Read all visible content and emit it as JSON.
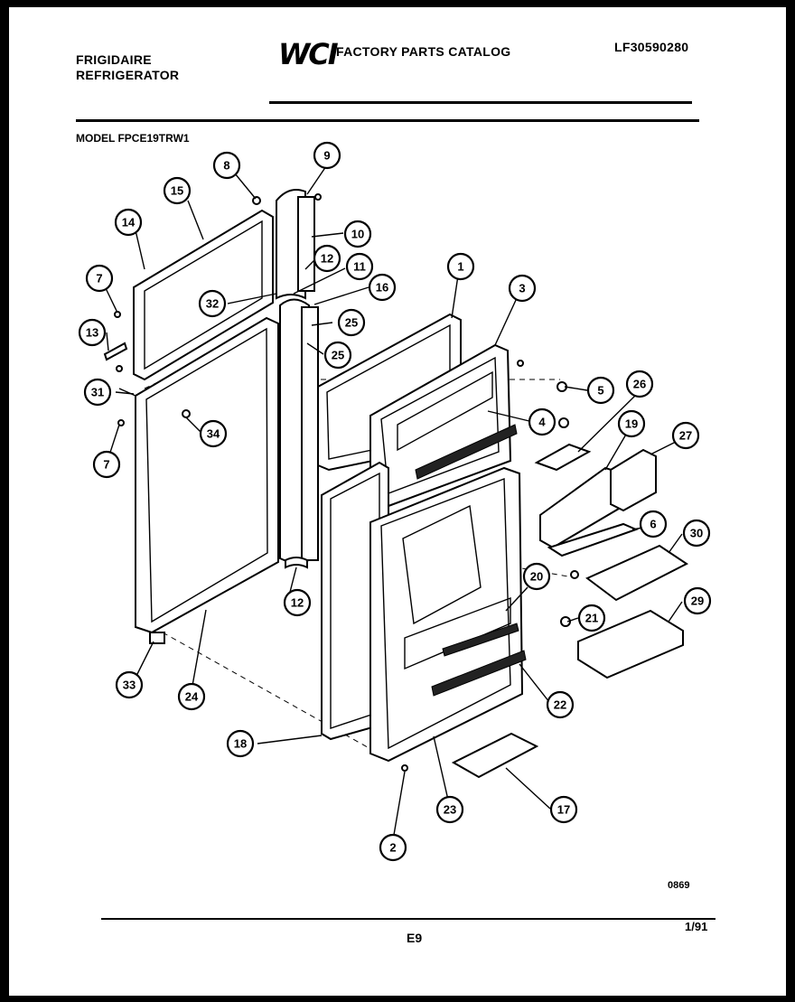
{
  "header": {
    "brand_line1": "FRIGIDAIRE",
    "brand_line2": "REFRIGERATOR",
    "logo_text": "WCI",
    "catalog_title": "FACTORY PARTS CATALOG",
    "catalog_number": "LF30590280",
    "model_label": "MODEL FPCE19TRW1"
  },
  "footer": {
    "drawing_code": "0869",
    "page_code": "E9",
    "date": "1/91"
  },
  "callouts": [
    {
      "id": "c8",
      "label": "8"
    },
    {
      "id": "c9",
      "label": "9"
    },
    {
      "id": "c15",
      "label": "15"
    },
    {
      "id": "c10",
      "label": "10"
    },
    {
      "id": "c14",
      "label": "14"
    },
    {
      "id": "c12a",
      "label": "12"
    },
    {
      "id": "c11",
      "label": "11"
    },
    {
      "id": "c7a",
      "label": "7"
    },
    {
      "id": "c1",
      "label": "1"
    },
    {
      "id": "c16",
      "label": "16"
    },
    {
      "id": "c3",
      "label": "3"
    },
    {
      "id": "c32",
      "label": "32"
    },
    {
      "id": "c13",
      "label": "13"
    },
    {
      "id": "c25a",
      "label": "25"
    },
    {
      "id": "c25b",
      "label": "25"
    },
    {
      "id": "c31",
      "label": "31"
    },
    {
      "id": "c5a",
      "label": "5"
    },
    {
      "id": "c26",
      "label": "26"
    },
    {
      "id": "c34",
      "label": "34"
    },
    {
      "id": "c4",
      "label": "4"
    },
    {
      "id": "c19",
      "label": "19"
    },
    {
      "id": "c27",
      "label": "27"
    },
    {
      "id": "c7b",
      "label": "7"
    },
    {
      "id": "c6",
      "label": "6"
    },
    {
      "id": "c30",
      "label": "30"
    },
    {
      "id": "c20",
      "label": "20"
    },
    {
      "id": "c12b",
      "label": "12"
    },
    {
      "id": "c29",
      "label": "29"
    },
    {
      "id": "c21",
      "label": "21"
    },
    {
      "id": "c33",
      "label": "33"
    },
    {
      "id": "c24",
      "label": "24"
    },
    {
      "id": "c22",
      "label": "22"
    },
    {
      "id": "c18",
      "label": "18"
    },
    {
      "id": "c17",
      "label": "17"
    },
    {
      "id": "c23",
      "label": "23"
    },
    {
      "id": "c2",
      "label": "2"
    }
  ]
}
